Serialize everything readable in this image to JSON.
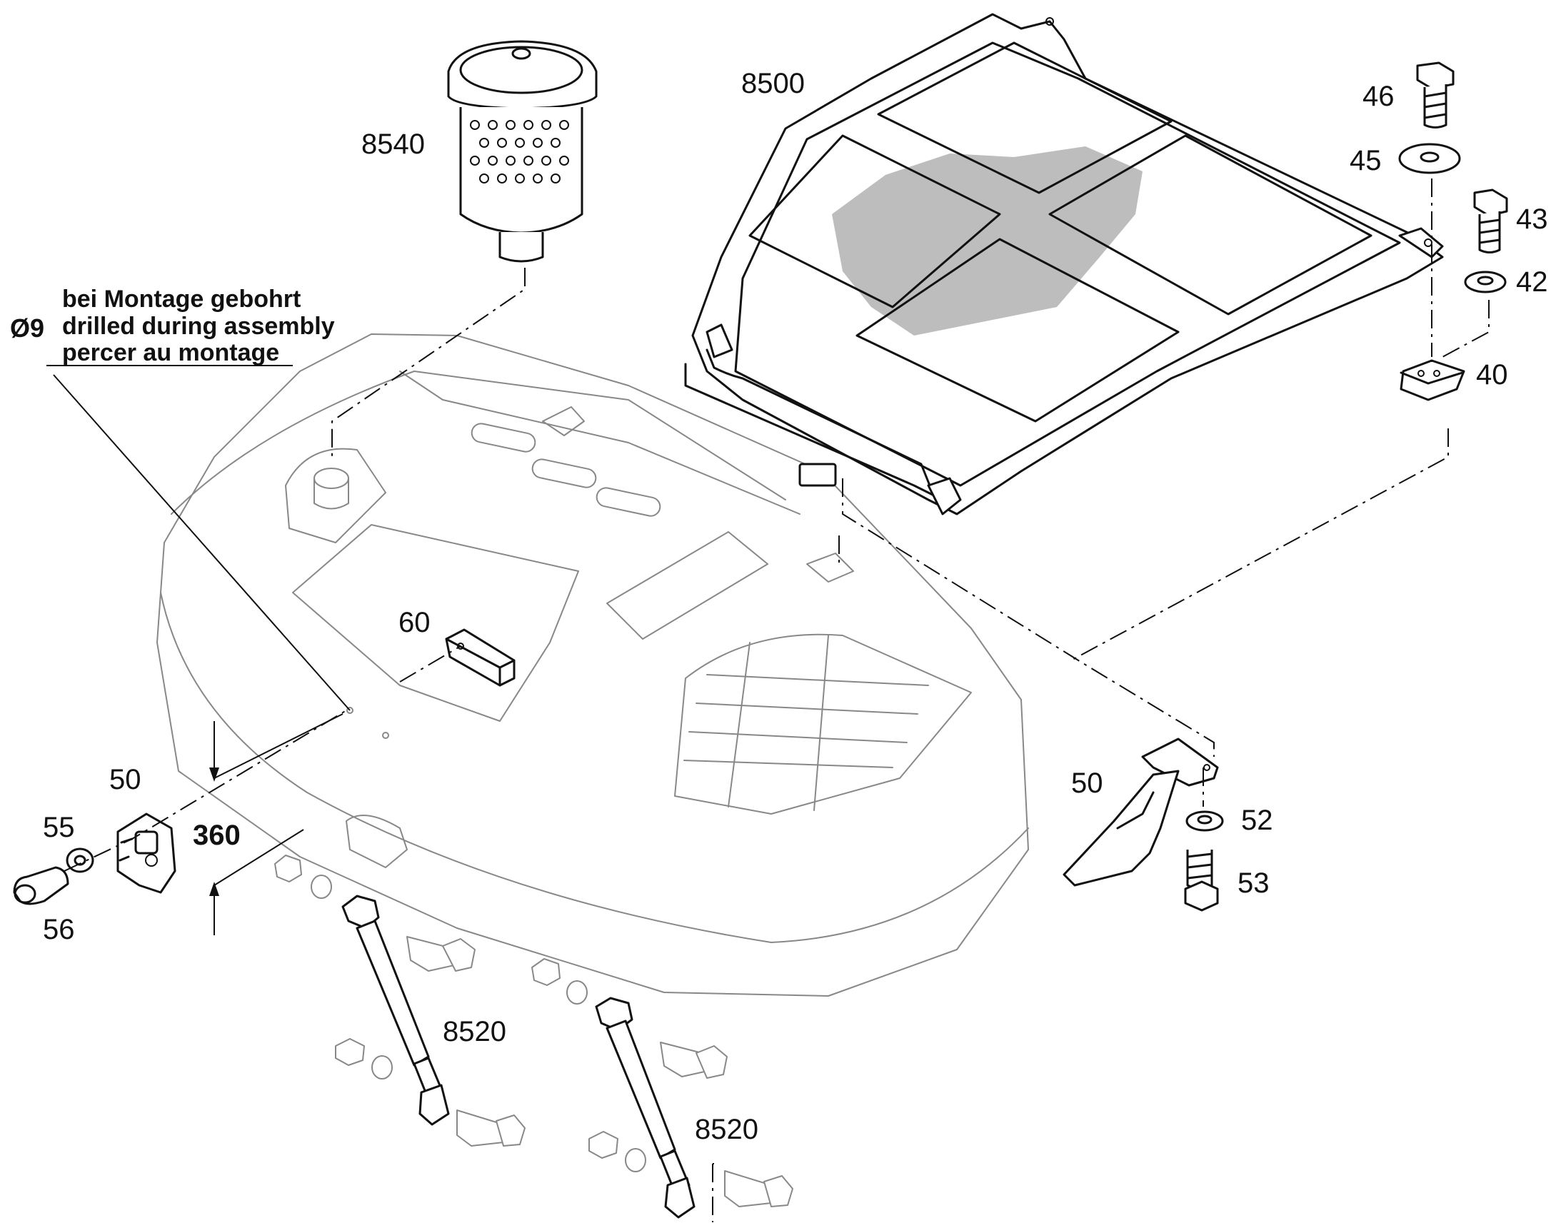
{
  "drilling_note": {
    "diameter": "Ø9",
    "de": "bei Montage gebohrt",
    "en": "drilled during assembly",
    "fr": "percer au montage"
  },
  "dimension": "360",
  "callouts": {
    "p8540": "8540",
    "p8500": "8500",
    "p46": "46",
    "p45": "45",
    "p43": "43",
    "p42": "42",
    "p40": "40",
    "p60": "60",
    "p50_left": "50",
    "p55": "55",
    "p56": "56",
    "p50_right": "50",
    "p52": "52",
    "p53": "53",
    "p8520_upper": "8520",
    "p8520_lower": "8520"
  }
}
